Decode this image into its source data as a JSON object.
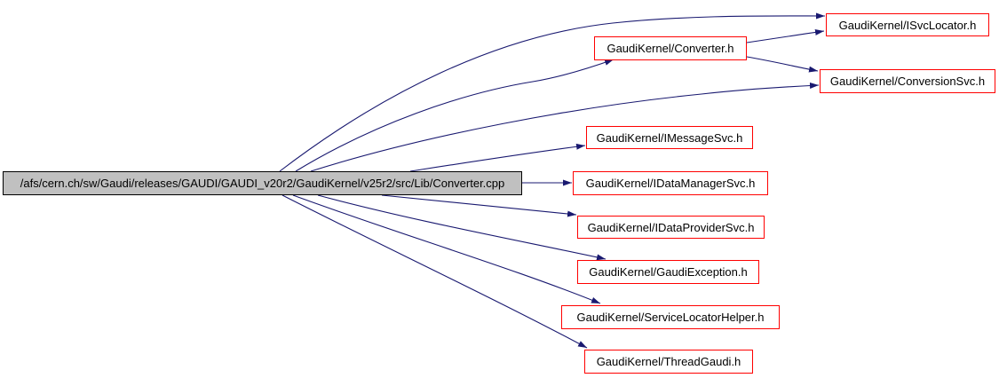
{
  "graph": {
    "type": "include-dependency-graph",
    "colors": {
      "background": "#ffffff",
      "edge": "#191970",
      "linked_node_border": "#ff0000",
      "source_node_fill": "#c0c0c0",
      "source_node_border": "#000000",
      "text": "#000000"
    },
    "nodes": [
      {
        "id": "converter-cpp",
        "label": "/afs/cern.ch/sw/Gaudi/releases/GAUDI/GAUDI_v20r2/GaudiKernel/v25r2/src/Lib/Converter.cpp",
        "type": "source"
      },
      {
        "id": "converter-h",
        "label": "GaudiKernel/Converter.h",
        "type": "header"
      },
      {
        "id": "isvclocator-h",
        "label": "GaudiKernel/ISvcLocator.h",
        "type": "header"
      },
      {
        "id": "conversionsvc-h",
        "label": "GaudiKernel/ConversionSvc.h",
        "type": "header"
      },
      {
        "id": "imessagesvc-h",
        "label": "GaudiKernel/IMessageSvc.h",
        "type": "header"
      },
      {
        "id": "idatamanagersvc-h",
        "label": "GaudiKernel/IDataManagerSvc.h",
        "type": "header"
      },
      {
        "id": "idataprovidersvc-h",
        "label": "GaudiKernel/IDataProviderSvc.h",
        "type": "header"
      },
      {
        "id": "gaudiexception-h",
        "label": "GaudiKernel/GaudiException.h",
        "type": "header"
      },
      {
        "id": "servicelocatorhelper-h",
        "label": "GaudiKernel/ServiceLocatorHelper.h",
        "type": "header"
      },
      {
        "id": "threadgaudi-h",
        "label": "GaudiKernel/ThreadGaudi.h",
        "type": "header"
      }
    ],
    "edges": [
      {
        "from": "converter-cpp",
        "to": "isvclocator-h"
      },
      {
        "from": "converter-cpp",
        "to": "converter-h"
      },
      {
        "from": "converter-cpp",
        "to": "conversionsvc-h"
      },
      {
        "from": "converter-cpp",
        "to": "imessagesvc-h"
      },
      {
        "from": "converter-cpp",
        "to": "idatamanagersvc-h"
      },
      {
        "from": "converter-cpp",
        "to": "idataprovidersvc-h"
      },
      {
        "from": "converter-cpp",
        "to": "gaudiexception-h"
      },
      {
        "from": "converter-cpp",
        "to": "servicelocatorhelper-h"
      },
      {
        "from": "converter-cpp",
        "to": "threadgaudi-h"
      },
      {
        "from": "converter-h",
        "to": "isvclocator-h"
      },
      {
        "from": "converter-h",
        "to": "conversionsvc-h"
      }
    ]
  }
}
